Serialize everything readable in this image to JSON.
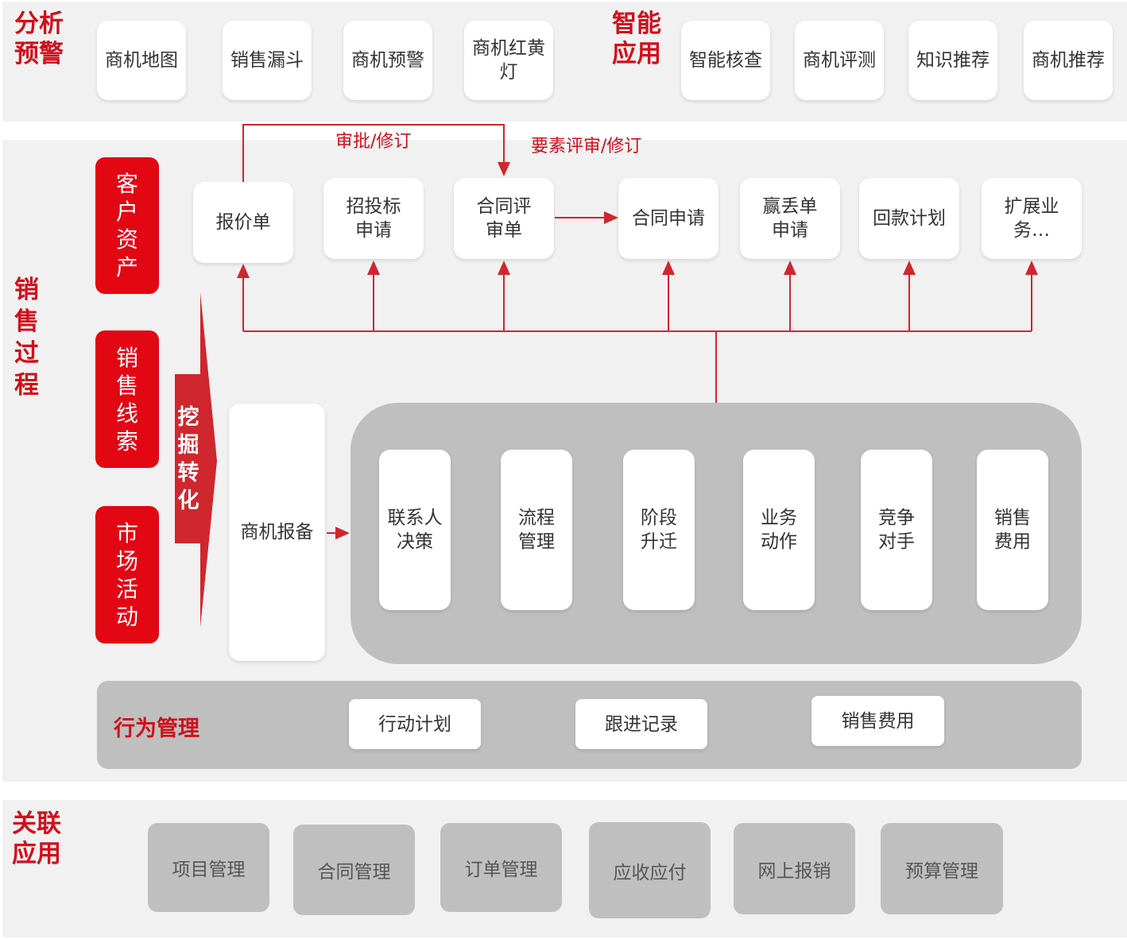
{
  "analysis": {
    "title": "分析预警",
    "items": [
      "商机地图",
      "销售漏斗",
      "商机预警",
      "商机红黄灯"
    ]
  },
  "smart": {
    "title": "智能应用",
    "items": [
      "智能核查",
      "商机评测",
      "知识推荐",
      "商机推荐"
    ]
  },
  "sales_process": {
    "title": "销售过程",
    "sources": [
      "客户资产",
      "销售线索",
      "市场活动"
    ],
    "convert_label": "挖掘转化",
    "documents": [
      "报价单",
      "招投标申请",
      "合同评审单",
      "合同申请",
      "赢丢单申请",
      "回款计划",
      "扩展业务…"
    ],
    "flow_labels": {
      "approve": "审批/修订",
      "review": "要素评审/修订"
    },
    "report": "商机报备",
    "modules": [
      "联系人决策",
      "流程管理",
      "阶段升迁",
      "业务动作",
      "竞争对手",
      "销售费用"
    ],
    "behavior": {
      "title": "行为管理",
      "items": [
        "行动计划",
        "跟进记录",
        "销售费用"
      ]
    }
  },
  "related": {
    "title": "关联应用",
    "items": [
      "项目管理",
      "合同管理",
      "订单管理",
      "应收应付",
      "网上报销",
      "预算管理"
    ]
  },
  "colors": {
    "accent": "#e30613",
    "line": "#d0262e",
    "panel": "#bfbfbf",
    "band": "#f1f1f1"
  }
}
